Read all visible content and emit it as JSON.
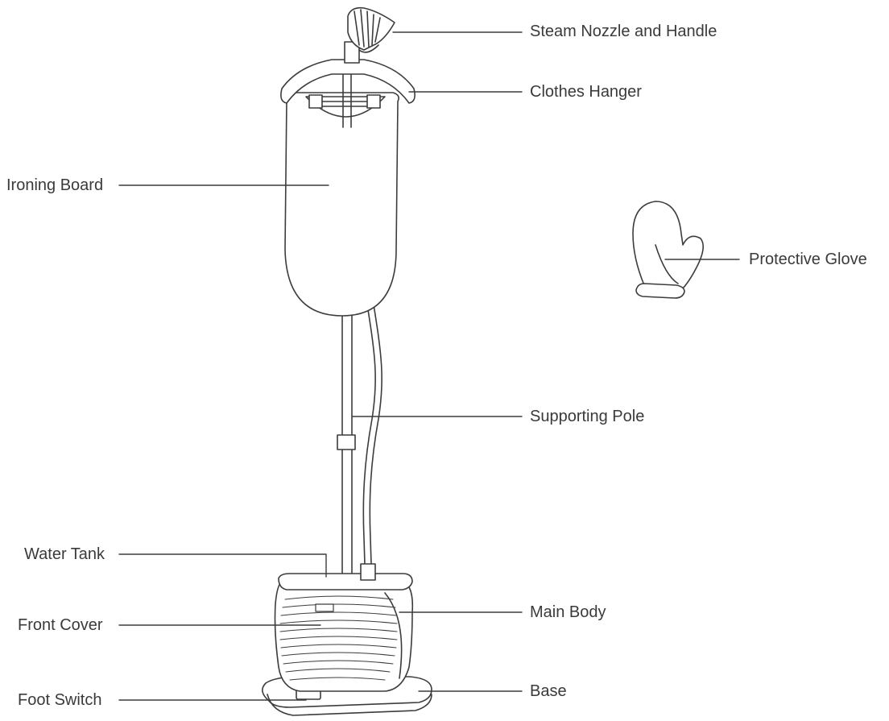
{
  "diagram": {
    "labels": {
      "steam_nozzle": "Steam Nozzle and Handle",
      "clothes_hanger": "Clothes Hanger",
      "ironing_board": "Ironing Board",
      "protective_glove": "Protective Glove",
      "supporting_pole": "Supporting Pole",
      "water_tank": "Water Tank",
      "front_cover": "Front Cover",
      "main_body": "Main Body",
      "foot_switch": "Foot Switch",
      "base": "Base"
    },
    "colors": {
      "line": "#3c3c3c",
      "text": "#3a3a3a",
      "fill": "#ffffff"
    }
  }
}
